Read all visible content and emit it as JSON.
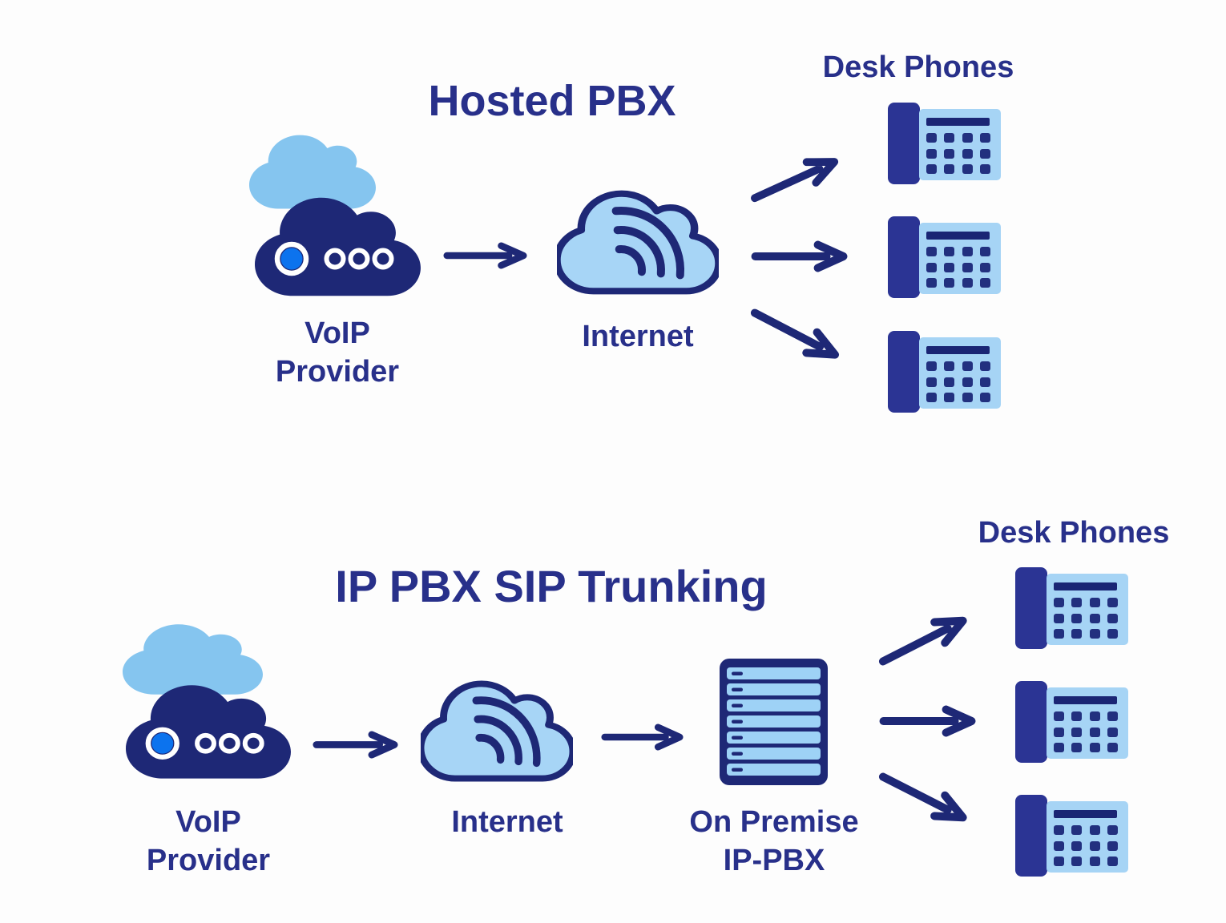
{
  "colors": {
    "navy": "#1e2876",
    "navy_text": "#28308a",
    "sky": "#85c5ef",
    "cloud": "#a7d5f6",
    "panel": "#a6d4f5",
    "slat": "#9ed2f6",
    "bright_blue": "#0c73ee",
    "handset": "#2b3494",
    "screen": "#1a2574",
    "key": "#22307f",
    "bg": "#fdfdfd"
  },
  "hosted": {
    "title": "Hosted PBX",
    "desk_phones_label": "Desk Phones",
    "voip_label_line1": "VoIP",
    "voip_label_line2": "Provider",
    "internet_label": "Internet",
    "phone_count": 3
  },
  "sip": {
    "title": "IP PBX SIP Trunking",
    "desk_phones_label": "Desk Phones",
    "voip_label_line1": "VoIP",
    "voip_label_line2": "Provider",
    "internet_label": "Internet",
    "pbx_label_line1": "On Premise",
    "pbx_label_line2": "IP-PBX",
    "phone_count": 3
  },
  "icons": [
    "voip-provider-cloud-icon",
    "background-cloud-icon",
    "internet-wifi-cloud-icon",
    "desk-phone-icon",
    "pbx-server-icon",
    "arrow-icon"
  ]
}
